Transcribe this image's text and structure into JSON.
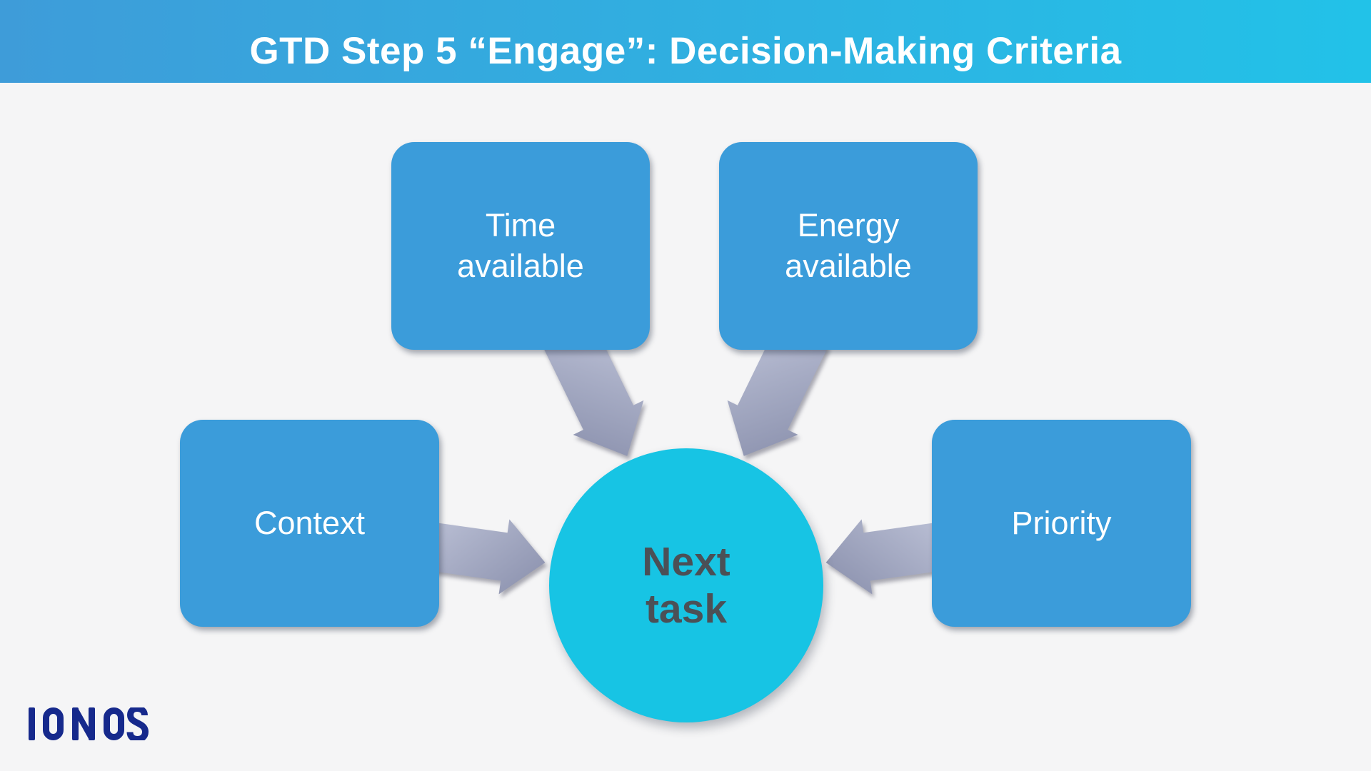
{
  "header": {
    "title": "GTD Step 5 “Engage”: Decision-Making Criteria"
  },
  "diagram": {
    "center_label": "Next task",
    "factors": [
      {
        "id": "time",
        "label": "Time available"
      },
      {
        "id": "energy",
        "label": "Energy available"
      },
      {
        "id": "context",
        "label": "Context"
      },
      {
        "id": "priority",
        "label": "Priority"
      }
    ]
  },
  "footer": {
    "brand": "IONOS"
  },
  "colors": {
    "hdr-from": "#3E9CD9",
    "hdr-to": "#22C2E8",
    "bg": "#F5F5F6",
    "box-blue": "#3B9CDA",
    "circle-cyan": "#17C4E4",
    "center-text": "#4B5056",
    "arrow-light": "#BDC2D7",
    "arrow-dark": "#888EAB",
    "brand-blue": "#16298C"
  }
}
